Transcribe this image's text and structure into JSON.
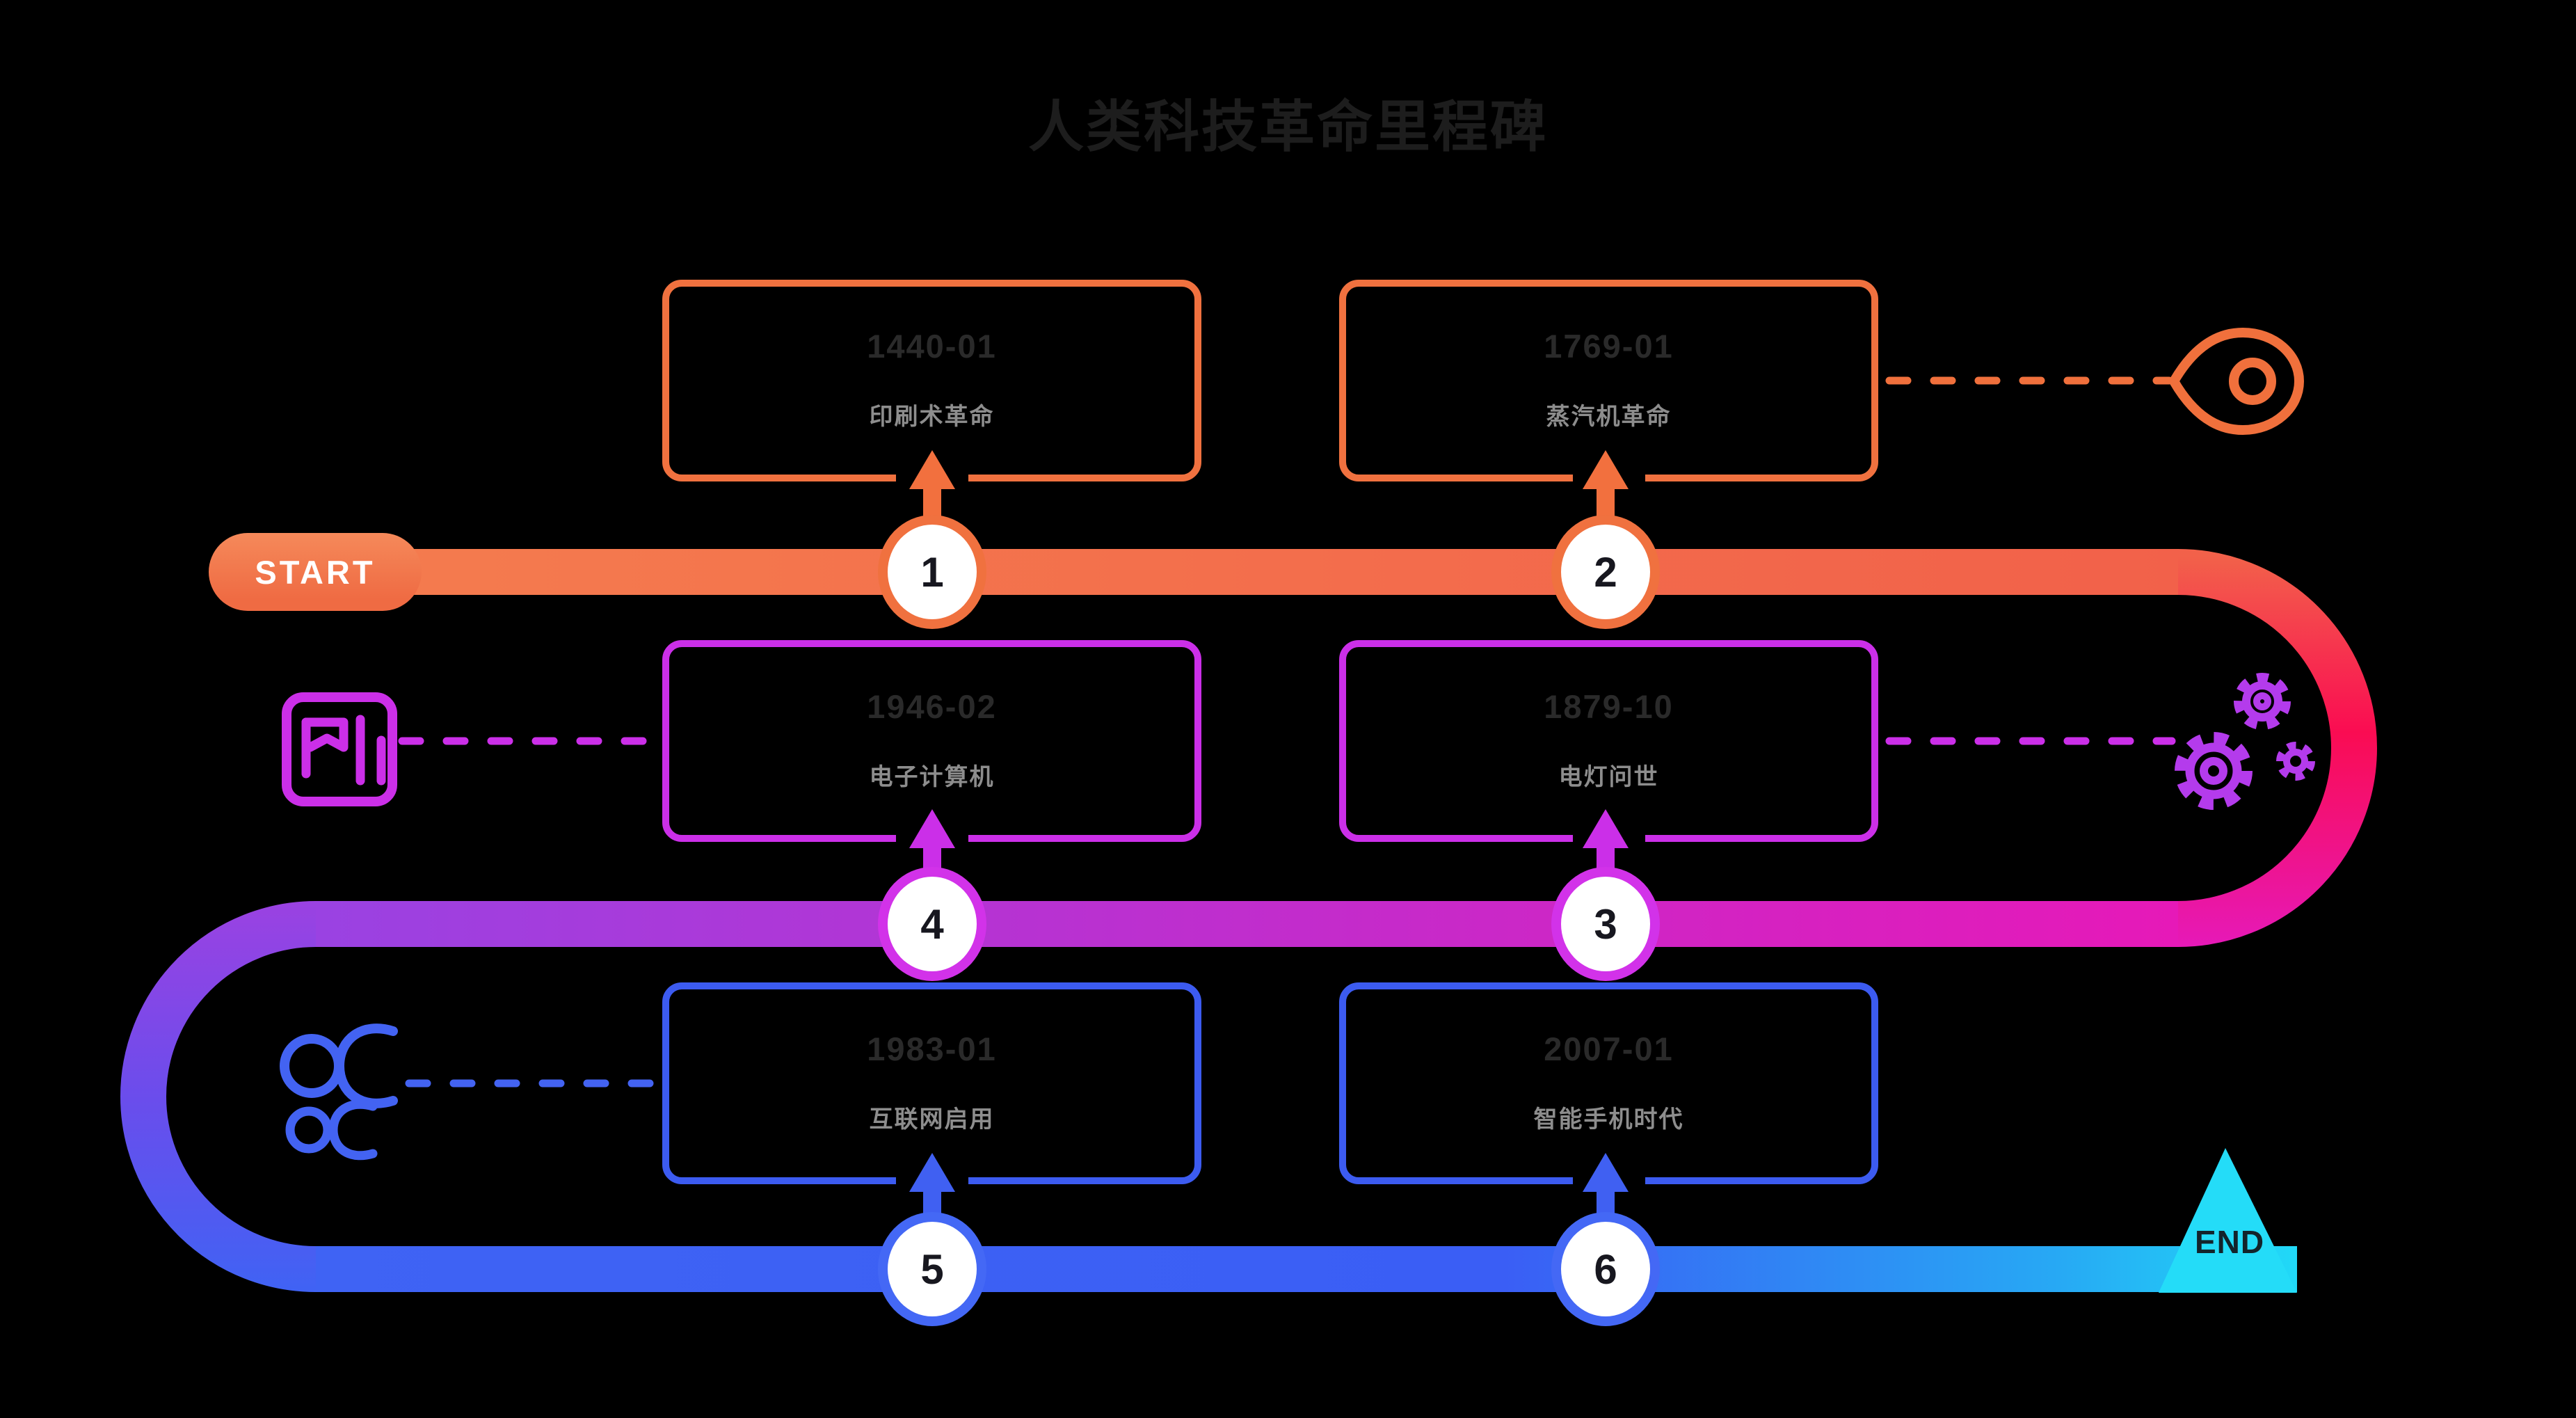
{
  "title": "人类科技革命里程碑",
  "badges": {
    "start": "START",
    "end": "END"
  },
  "milestones": [
    {
      "num": "1",
      "date": "1440-01",
      "label": "印刷术革命"
    },
    {
      "num": "2",
      "date": "1769-01",
      "label": "蒸汽机革命"
    },
    {
      "num": "3",
      "date": "1879-10",
      "label": "电灯问世"
    },
    {
      "num": "4",
      "date": "1946-02",
      "label": "电子计算机"
    },
    {
      "num": "5",
      "date": "1983-01",
      "label": "互联网启用"
    },
    {
      "num": "6",
      "date": "2007-01",
      "label": "智能手机时代"
    }
  ],
  "icons": {
    "row1_right": "location-pin-icon",
    "row2_left": "certificate-flag-icon",
    "row2_right": "gears-icon",
    "row3_left": "people-alpha-icon"
  },
  "colors": {
    "background": "#000000",
    "orange": "#F0713F",
    "crimson": "#FA0C52",
    "magenta": "#CB2FE8",
    "pink": "#E619B8",
    "violet": "#9A42E2",
    "blue": "#3F63F4",
    "cyan": "#22D9F7",
    "title_text": "#1D1D1D",
    "date_text": "#2A2A2A",
    "label_text": "#8D8D8D",
    "node_fill": "#FFFFFF",
    "node_number": "#17171F"
  }
}
